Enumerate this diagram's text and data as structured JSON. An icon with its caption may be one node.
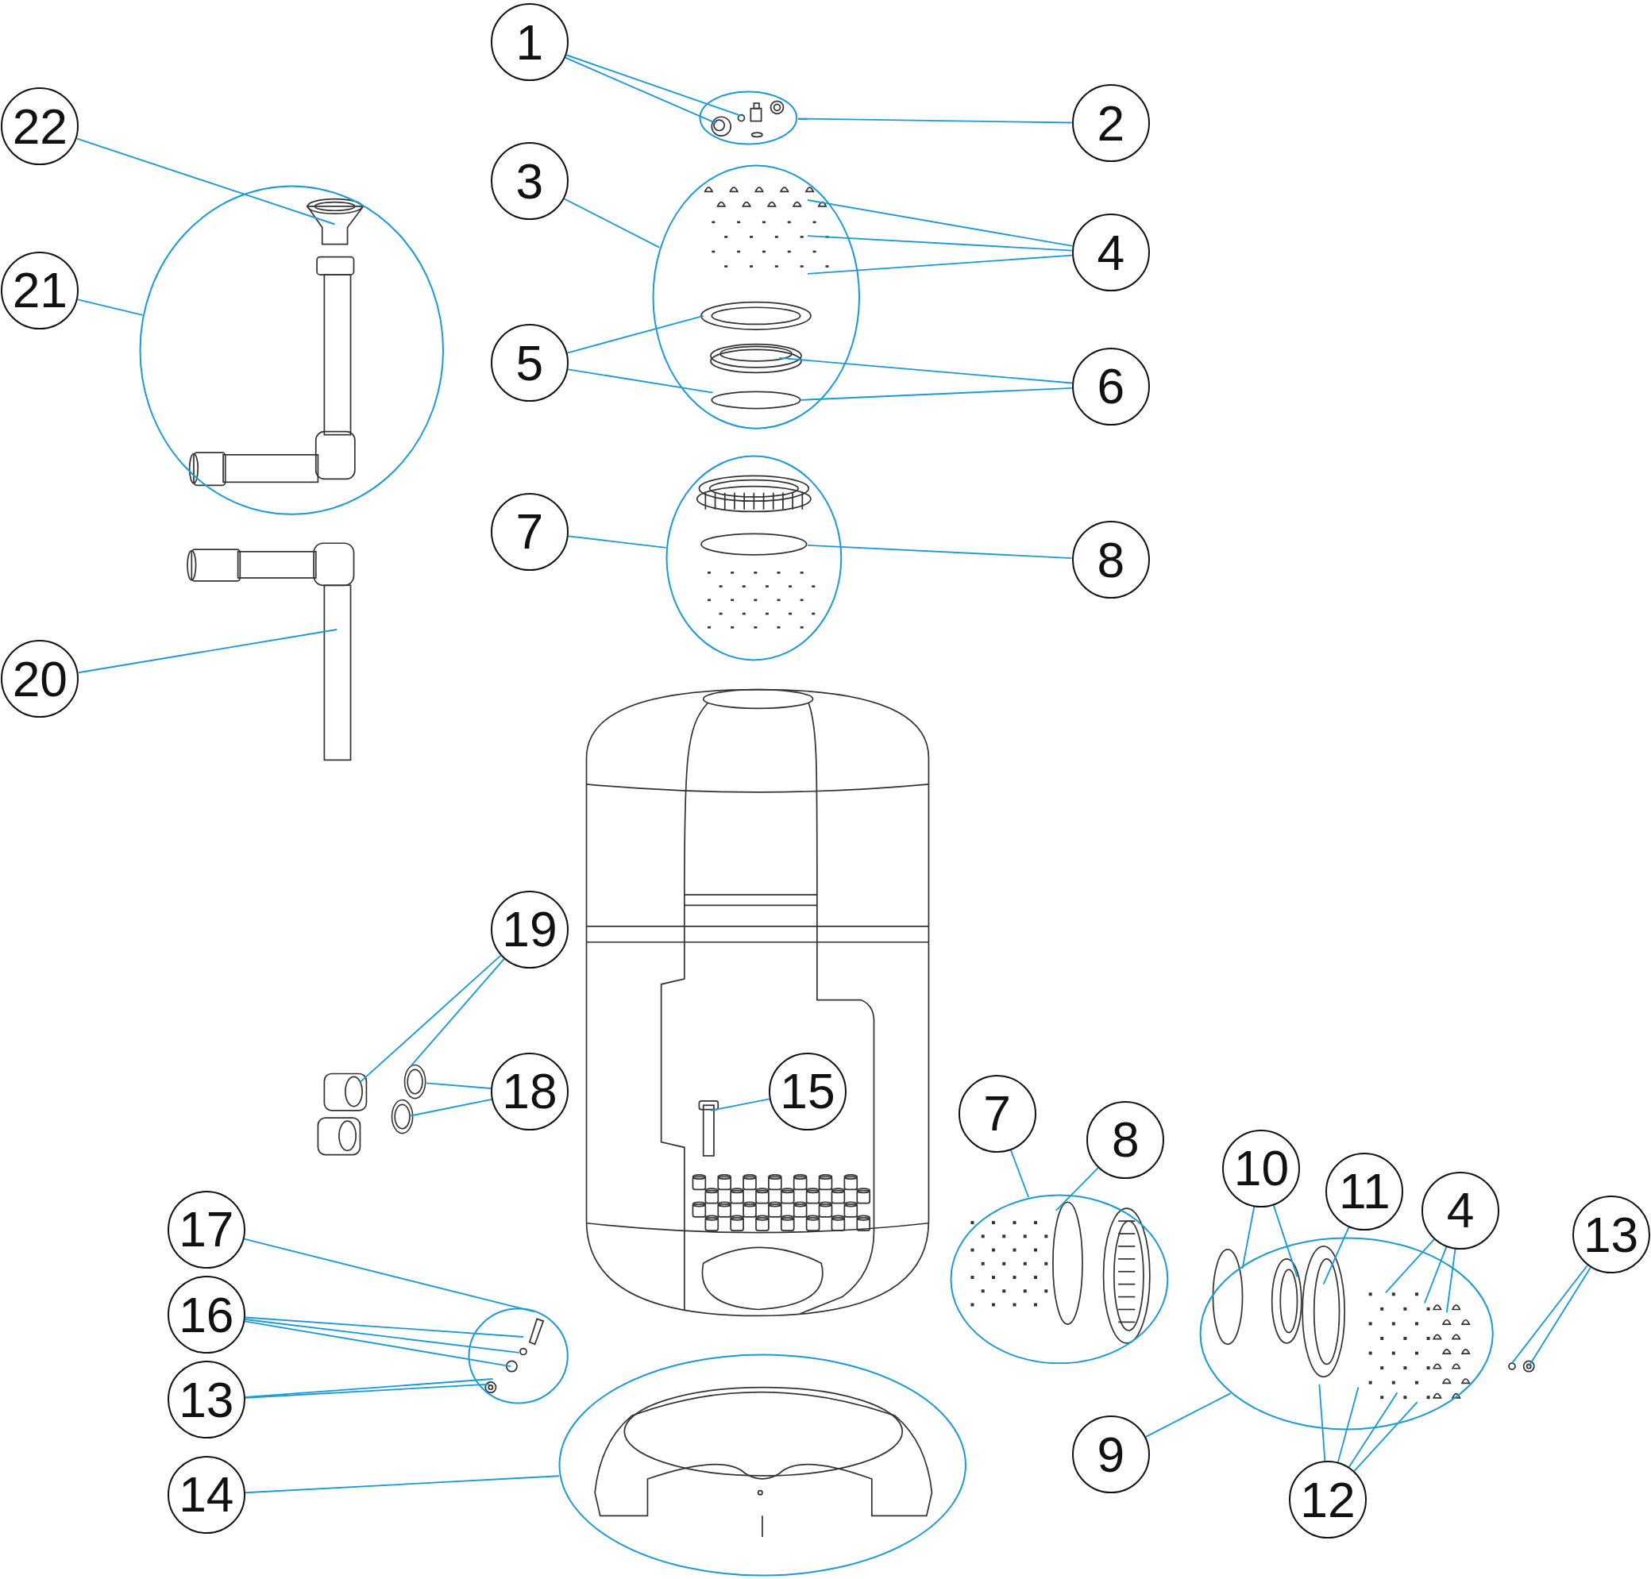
{
  "diagram": {
    "nodes": [
      {
        "text": [
          "1"
        ]
      },
      {
        "text": [
          "2"
        ]
      },
      {
        "text": [
          "22"
        ]
      },
      {
        "text": [
          "3"
        ]
      },
      {
        "text": [
          "4"
        ]
      },
      {
        "text": [
          "21"
        ]
      },
      {
        "text": [
          "5"
        ]
      },
      {
        "text": [
          "6"
        ]
      },
      {
        "text": [
          "7"
        ]
      },
      {
        "text": [
          "8"
        ]
      },
      {
        "text": [
          "20"
        ]
      },
      {
        "text": [
          "19"
        ]
      },
      {
        "text": [
          "18"
        ]
      },
      {
        "text": [
          "15"
        ]
      },
      {
        "text": [
          "7"
        ]
      },
      {
        "text": [
          "8"
        ]
      },
      {
        "text": [
          "10"
        ]
      },
      {
        "text": [
          "11"
        ]
      },
      {
        "text": [
          "4"
        ]
      },
      {
        "text": [
          "13"
        ]
      },
      {
        "text": [
          "17"
        ]
      },
      {
        "text": [
          "16"
        ]
      },
      {
        "text": [
          "13"
        ]
      },
      {
        "text": [
          "14"
        ]
      },
      {
        "text": [
          "9"
        ]
      },
      {
        "text": [
          "12"
        ]
      },
      {
        "text": [],
        "shape": "ellipse"
      },
      {
        "text": [],
        "shape": "ellipse"
      },
      {
        "text": [],
        "shape": "ellipse"
      },
      {
        "text": [],
        "shape": "ellipse"
      },
      {
        "text": [],
        "shape": "ellipse"
      },
      {
        "text": [],
        "shape": "ellipse"
      },
      {
        "text": [],
        "shape": "ellipse"
      },
      {
        "text": [],
        "shape": "ellipse"
      },
      {
        "text": [],
        "shape": "picture"
      },
      {
        "text": [],
        "shape": "picture"
      }
    ],
    "edges": [
      {
        "from": 0,
        "to": 26,
        "arrow": "none"
      },
      {
        "from": 0,
        "to": 26,
        "arrow": "none"
      },
      {
        "from": 1,
        "to": 26,
        "arrow": "none"
      },
      {
        "from": 3,
        "to": 27,
        "arrow": "none"
      },
      {
        "from": 4,
        "to": 27,
        "arrow": "none"
      },
      {
        "from": 4,
        "to": 27,
        "arrow": "none"
      },
      {
        "from": 4,
        "to": 27,
        "arrow": "none"
      },
      {
        "from": 6,
        "to": 27,
        "arrow": "none"
      },
      {
        "from": 6,
        "to": 27,
        "arrow": "none"
      },
      {
        "from": 7,
        "to": 27,
        "arrow": "none"
      },
      {
        "from": 7,
        "to": 27,
        "arrow": "none"
      },
      {
        "from": 8,
        "to": 29,
        "arrow": "none"
      },
      {
        "from": 9,
        "to": 29,
        "arrow": "none"
      },
      {
        "from": 2,
        "to": 28,
        "arrow": "none"
      },
      {
        "from": 5,
        "to": 28,
        "arrow": "none"
      },
      {
        "from": 10,
        "to": null,
        "arrow": "none"
      },
      {
        "from": 11,
        "to": null,
        "arrow": "none"
      },
      {
        "from": 11,
        "to": 34,
        "arrow": "none"
      },
      {
        "from": 12,
        "to": 34,
        "arrow": "none"
      },
      {
        "from": 12,
        "to": 35,
        "arrow": "none"
      },
      {
        "from": 13,
        "to": null,
        "arrow": "none"
      },
      {
        "from": 14,
        "to": 30,
        "arrow": "none"
      },
      {
        "from": 15,
        "to": 30,
        "arrow": "none"
      },
      {
        "from": 16,
        "to": 31,
        "arrow": "none"
      },
      {
        "from": 16,
        "to": 31,
        "arrow": "none"
      },
      {
        "from": 17,
        "to": 31,
        "arrow": "none"
      },
      {
        "from": 18,
        "to": 31,
        "arrow": "none"
      },
      {
        "from": 18,
        "to": 31,
        "arrow": "none"
      },
      {
        "from": 18,
        "to": 31,
        "arrow": "none"
      },
      {
        "from": 19,
        "to": null,
        "arrow": "none"
      },
      {
        "from": 19,
        "to": null,
        "arrow": "none"
      },
      {
        "from": 20,
        "to": 32,
        "arrow": "none"
      },
      {
        "from": 21,
        "to": 32,
        "arrow": "none"
      },
      {
        "from": 21,
        "to": 32,
        "arrow": "none"
      },
      {
        "from": 21,
        "to": 32,
        "arrow": "none"
      },
      {
        "from": 22,
        "to": 32,
        "arrow": "none"
      },
      {
        "from": 22,
        "to": 32,
        "arrow": "none"
      },
      {
        "from": 23,
        "to": 33,
        "arrow": "none"
      },
      {
        "from": 24,
        "to": 31,
        "arrow": "none"
      },
      {
        "from": 25,
        "to": 31,
        "arrow": "none"
      },
      {
        "from": 25,
        "to": 31,
        "arrow": "none"
      },
      {
        "from": 25,
        "to": 31,
        "arrow": "none"
      },
      {
        "from": 25,
        "to": 31,
        "arrow": "none"
      }
    ]
  }
}
